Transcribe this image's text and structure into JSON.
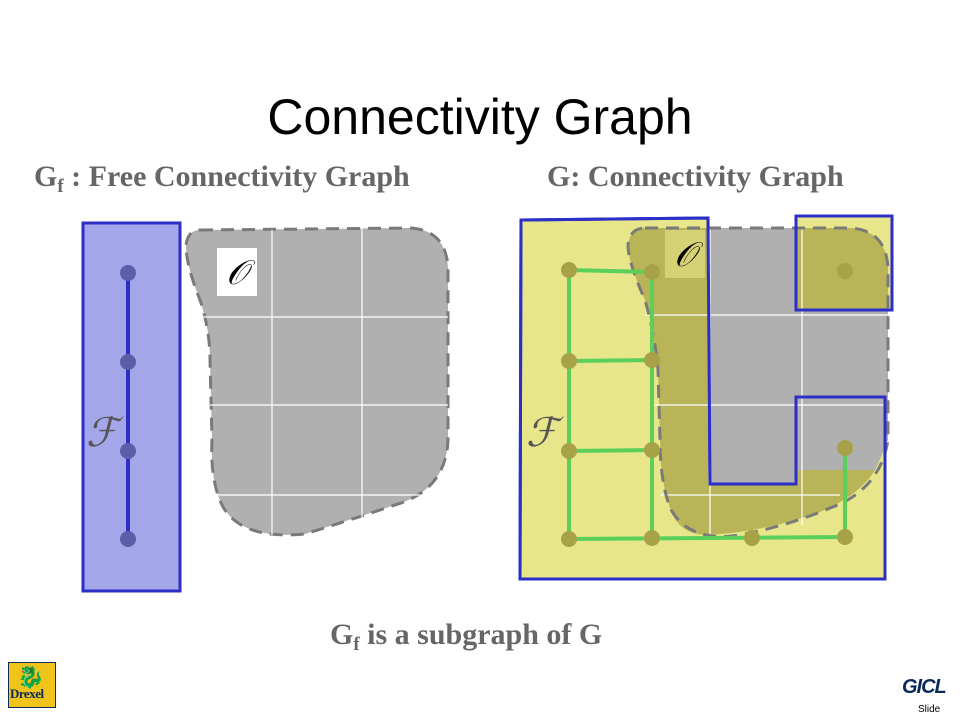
{
  "title": "Connectivity Graph",
  "left_heading": {
    "main": "G",
    "sub": "f",
    "rest": " : Free Connectivity Graph"
  },
  "right_heading": "G:  Connectivity Graph",
  "bottom_caption": {
    "main": "G",
    "sub": "f",
    "rest": "  is a subgraph of G"
  },
  "labels": {
    "obstacle": "𝒪",
    "free_space": "ℱ"
  },
  "footer": {
    "slide_label": "Slide",
    "left_logo": "Drexel",
    "right_logo": "GICL"
  },
  "colors": {
    "free_space_fill": "#a3a6e8",
    "free_space_border": "#2b2fc7",
    "obstacle_fill": "#b0b0b0",
    "obstacle_border": "#7a7a7a",
    "graph_nodes_left": "#5a5fa8",
    "graph_edges_green": "#5ad05a",
    "yellow_region": "#e8e68a",
    "olive_node": "#a7a248"
  }
}
